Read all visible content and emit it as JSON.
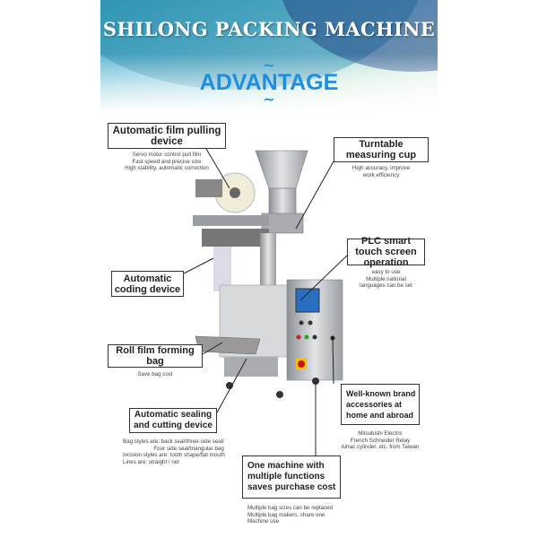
{
  "header": {
    "title": "SHILONG PACKING MACHINE",
    "subtitle": "ADVANTAGE",
    "tilde": "~"
  },
  "callouts": [
    {
      "title": "Automatic film pulling device",
      "desc": "Servo motor control pull film\nFast speed and precise size\nHigh stability, automatic correction"
    },
    {
      "title": "Turntable measuring cup",
      "desc": "High accuracy, improve\nwork efficiency"
    },
    {
      "title": "PLC smart touch screen operation",
      "desc": "easy to use\nMultiple national\nlanguages can be set"
    },
    {
      "title": "Automatic coding device",
      "desc": ""
    },
    {
      "title": "Roll film forming bag",
      "desc": "Save bag cost"
    },
    {
      "title": "Automatic sealing and cutting device",
      "desc": "Bag styles are: back seal/three-side seal/\n                    Four side seal/triangular bag\nIncision styles are: tooth shape/flat mouth\nLines are: straight / net"
    },
    {
      "title": "Well-known brand accessories at home and abroad",
      "desc": "Mitsubishi Electric\nFrench Schneider Relay\nAirtac cylinder, etc. from Taiwan"
    },
    {
      "title": "One machine with multiple functions saves purchase cost",
      "desc": "Multiple bag sizes can be replaced\nMultiple bag makers, share one\nMachine use"
    }
  ],
  "colors": {
    "accent": "#1e8fe0",
    "machine": "#b8bcc0",
    "panel": "#2a6fbf"
  }
}
